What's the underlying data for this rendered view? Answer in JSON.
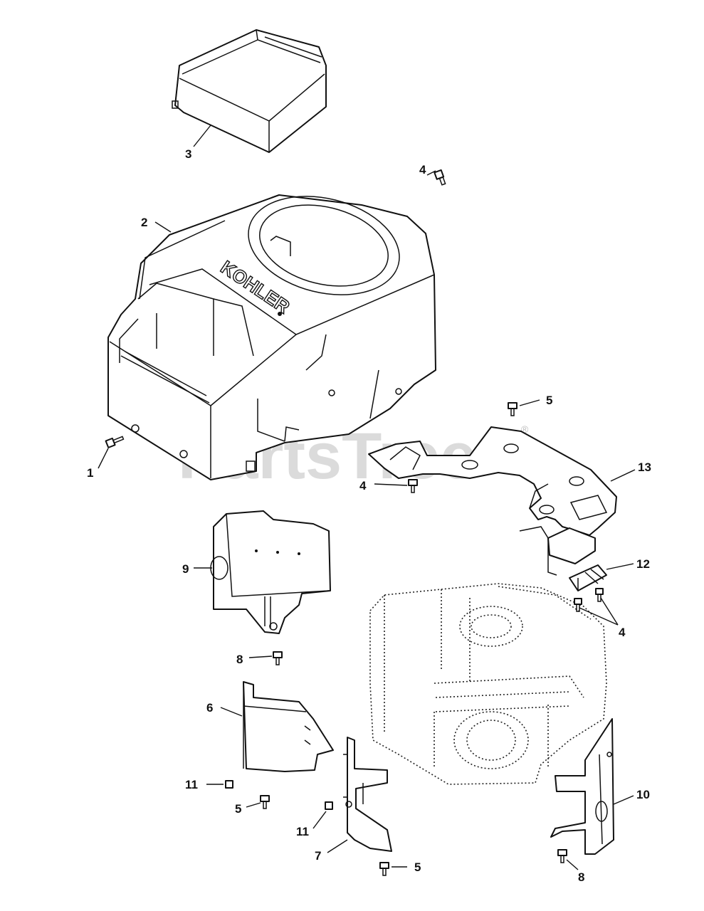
{
  "watermark": {
    "text": "PartsTree",
    "trademark": "®"
  },
  "engine_logo": "KOHLER",
  "callouts": [
    {
      "id": "c1",
      "label": "1"
    },
    {
      "id": "c2",
      "label": "2"
    },
    {
      "id": "c3",
      "label": "3"
    },
    {
      "id": "c4a",
      "label": "4"
    },
    {
      "id": "c4b",
      "label": "4"
    },
    {
      "id": "c4c",
      "label": "4"
    },
    {
      "id": "c5a",
      "label": "5"
    },
    {
      "id": "c5b",
      "label": "5"
    },
    {
      "id": "c5c",
      "label": "5"
    },
    {
      "id": "c6",
      "label": "6"
    },
    {
      "id": "c7",
      "label": "7"
    },
    {
      "id": "c8a",
      "label": "8"
    },
    {
      "id": "c8b",
      "label": "8"
    },
    {
      "id": "c9",
      "label": "9"
    },
    {
      "id": "c10",
      "label": "10"
    },
    {
      "id": "c11a",
      "label": "11"
    },
    {
      "id": "c11b",
      "label": "11"
    },
    {
      "id": "c12",
      "label": "12"
    },
    {
      "id": "c13",
      "label": "13"
    }
  ]
}
